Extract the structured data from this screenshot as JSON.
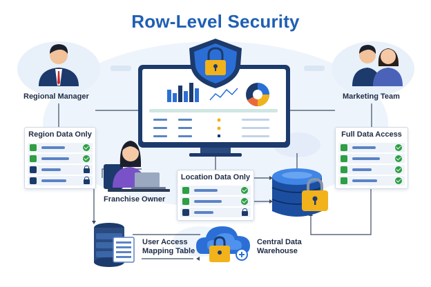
{
  "title": "Row-Level Security",
  "labels": {
    "regional_manager": "Regional Manager",
    "marketing_team": "Marketing Team",
    "franchise_owner": "Franchise Owner",
    "user_access_mapping_table": [
      "User Access",
      "Mapping Table"
    ],
    "central_data_warehouse": [
      "Central Data",
      "Warehouse"
    ]
  },
  "cards": {
    "region": {
      "title": "Region Data Only",
      "rows": [
        {
          "access": "allowed"
        },
        {
          "access": "allowed"
        },
        {
          "access": "locked"
        },
        {
          "access": "locked"
        }
      ]
    },
    "full": {
      "title": "Full Data Access",
      "rows": [
        {
          "access": "allowed"
        },
        {
          "access": "allowed"
        },
        {
          "access": "allowed"
        },
        {
          "access": "allowed"
        }
      ]
    },
    "location": {
      "title": "Location Data Only",
      "rows": [
        {
          "access": "allowed"
        },
        {
          "access": "allowed"
        },
        {
          "access": "locked"
        }
      ]
    }
  },
  "colors": {
    "title": "#1f5fb3",
    "navy": "#1c3a6b",
    "accent_blue": "#2b6fd6",
    "allowed": "#2f9e44",
    "lock_gold": "#f2b21b",
    "connector": "#3b4a63",
    "backdrop": "#e8f0fa"
  },
  "icons": [
    "shield-lock-icon",
    "padlock-icon",
    "database-icon",
    "cloud-lock-icon",
    "server-icon",
    "check-icon",
    "lock-icon"
  ]
}
